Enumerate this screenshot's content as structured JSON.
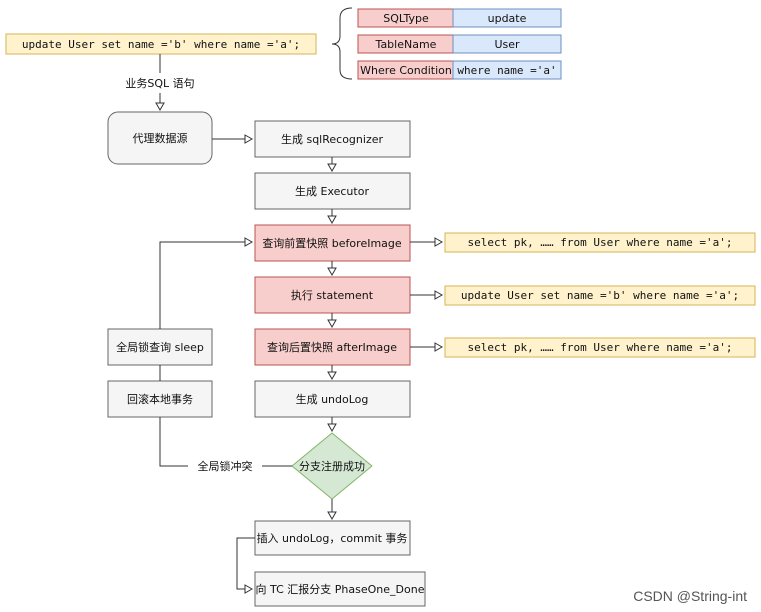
{
  "sql_input": "update User set name ='b' where name ='a';",
  "sql_label": "业务SQL 语句",
  "table": {
    "rows": [
      {
        "key": "SQLType",
        "value": "update"
      },
      {
        "key": "TableName",
        "value": "User"
      },
      {
        "key": "Where Condition",
        "value": "where name ='a'"
      }
    ]
  },
  "nodes": {
    "proxy": "代理数据源",
    "recognizer": "生成 sqlRecognizer",
    "executor": "生成 Executor",
    "before_image": "查询前置快照 beforeImage",
    "statement": "执行 statement",
    "after_image": "查询后置快照 afterImage",
    "undolog": "生成 undoLog",
    "branch_register": "分支注册成功",
    "insert_commit": "插入 undoLog，commit 事务",
    "report": "向 TC 汇报分支 PhaseOne_Done",
    "global_lock_query": "全局锁查询 sleep",
    "rollback_local": "回滚本地事务"
  },
  "side_sql": {
    "before": "select pk, …… from User where name ='a';",
    "statement": "update User set name ='b' where name ='a';",
    "after": "select pk, …… from User where name ='a';"
  },
  "edge_labels": {
    "lock_conflict": "全局锁冲突"
  },
  "watermark": "CSDN @String-int",
  "colors": {
    "yellow_fill": "#fff2cc",
    "yellow_stroke": "#d6b656",
    "gray_fill": "#f5f5f5",
    "gray_stroke": "#666666",
    "red_fill": "#f8cecc",
    "red_stroke": "#b85450",
    "blue_fill": "#dae8fc",
    "blue_stroke": "#6c8ebf",
    "green_fill": "#d5e8d4",
    "green_stroke": "#82b366"
  }
}
